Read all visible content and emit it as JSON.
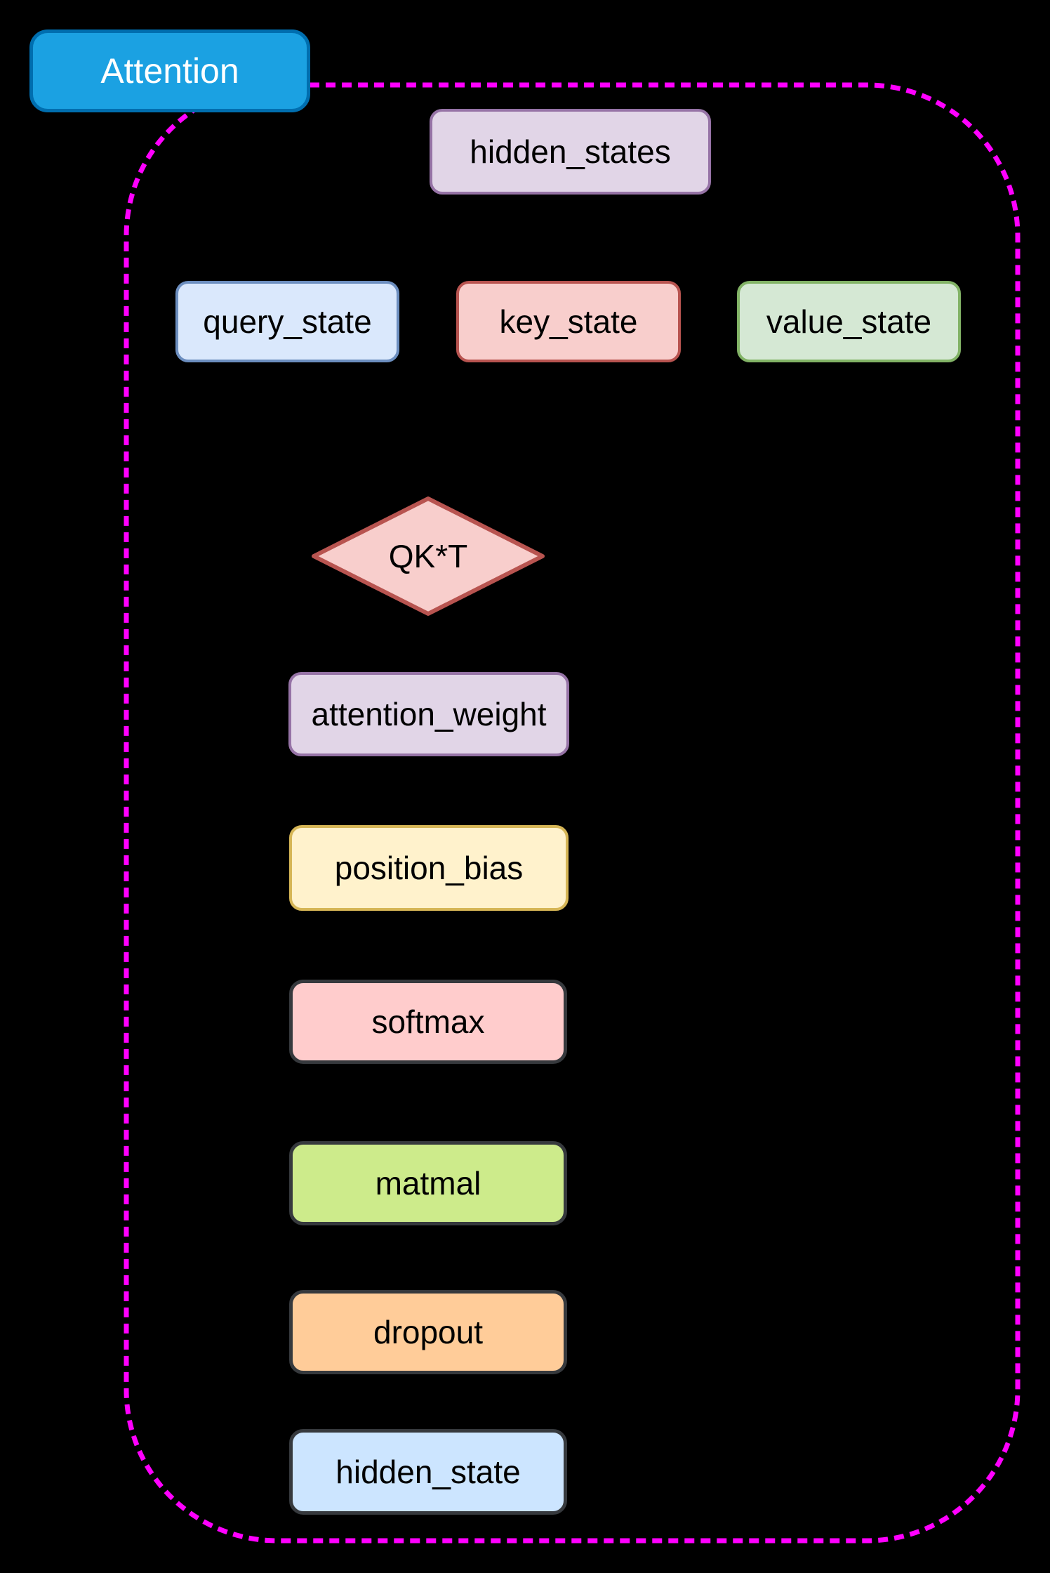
{
  "diagram": {
    "background": "#000000",
    "group": {
      "stroke": "#ff00ff",
      "style": "dashed-rounded-rectangle"
    },
    "title": {
      "label": "Attention",
      "fill": "#1ba1e2",
      "stroke": "#006eaf",
      "text_color": "#ffffff"
    },
    "nodes": {
      "hidden_states": {
        "label": "hidden_states",
        "fill": "#e1d5e7",
        "stroke": "#9673a6",
        "shape": "rounded-rectangle"
      },
      "query_state": {
        "label": "query_state",
        "fill": "#dae8fc",
        "stroke": "#6c8ebf",
        "shape": "rounded-rectangle"
      },
      "key_state": {
        "label": "key_state",
        "fill": "#f8cecc",
        "stroke": "#b85450",
        "shape": "rounded-rectangle"
      },
      "value_state": {
        "label": "value_state",
        "fill": "#d5e8d4",
        "stroke": "#82b366",
        "shape": "rounded-rectangle"
      },
      "qkt": {
        "label": "QK*T",
        "fill": "#f8cecc",
        "stroke": "#b85450",
        "shape": "diamond"
      },
      "attention_weight": {
        "label": "attention_weight",
        "fill": "#e1d5e7",
        "stroke": "#9673a6",
        "shape": "rounded-rectangle"
      },
      "position_bias": {
        "label": "position_bias",
        "fill": "#fff2cc",
        "stroke": "#d6b656",
        "shape": "rounded-rectangle"
      },
      "softmax": {
        "label": "softmax",
        "fill": "#ffcccc",
        "stroke": "#36393d",
        "shape": "rounded-rectangle"
      },
      "matmal": {
        "label": "matmal",
        "fill": "#cdeb8b",
        "stroke": "#36393d",
        "shape": "rounded-rectangle"
      },
      "dropout": {
        "label": "dropout",
        "fill": "#ffcc99",
        "stroke": "#36393d",
        "shape": "rounded-rectangle"
      },
      "hidden_state": {
        "label": "hidden_state",
        "fill": "#cce5ff",
        "stroke": "#36393d",
        "shape": "rounded-rectangle"
      }
    }
  }
}
